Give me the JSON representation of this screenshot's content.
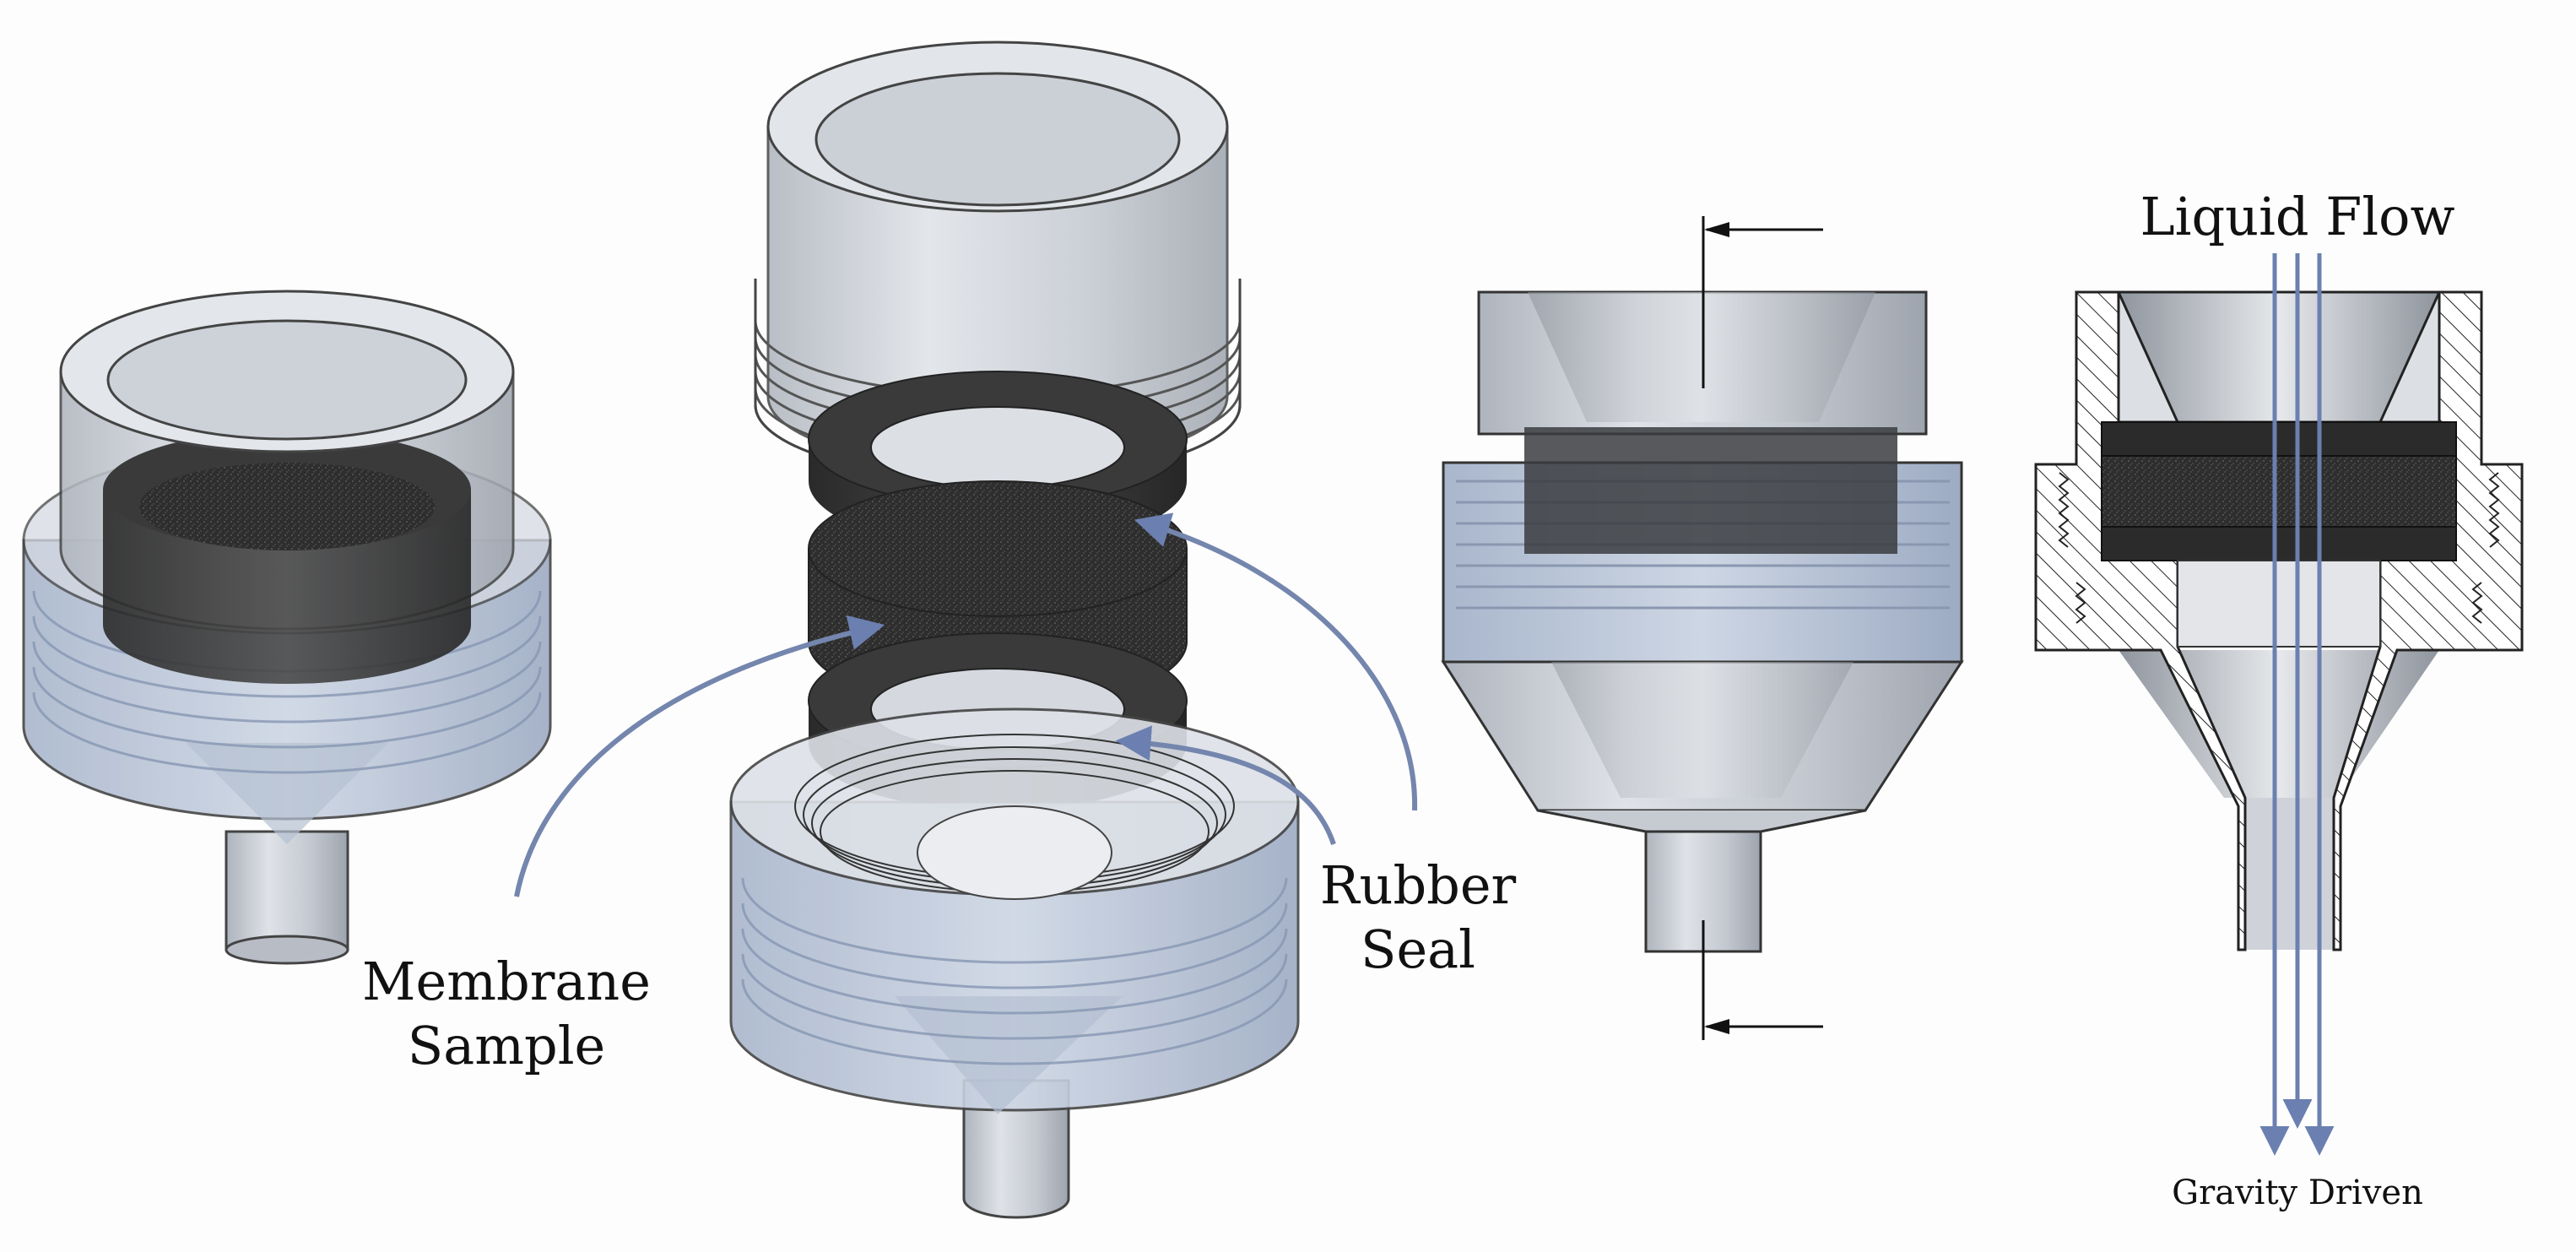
{
  "labels": {
    "membrane_line1": "Membrane",
    "membrane_line2": "Sample",
    "rubber_line1": "Rubber",
    "rubber_line2": "Seal",
    "liquid_flow": "Liquid Flow",
    "gravity_driven": "Gravity Driven"
  },
  "colors": {
    "background": "#fdfdfd",
    "arrow_blue": "#7486ad",
    "flow_blue": "#6b80b0",
    "housing_gray": "#c9ced6",
    "membrane_dark": "#2d2d2d",
    "rubber_dark": "#3a3a3a"
  }
}
